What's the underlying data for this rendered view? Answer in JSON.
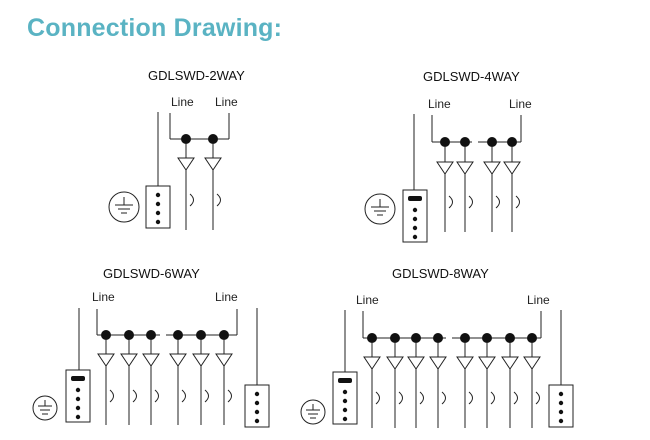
{
  "title": "Connection Drawing:",
  "panels": [
    {
      "caption": "GDLSWD-2WAY",
      "line_labels": [
        "Line",
        "Line"
      ],
      "ways": 2
    },
    {
      "caption": "GDLSWD-4WAY",
      "line_labels": [
        "Line",
        "Line"
      ],
      "ways": 4
    },
    {
      "caption": "GDLSWD-6WAY",
      "line_labels": [
        "Line",
        "Line"
      ],
      "ways": 6
    },
    {
      "caption": "GDLSWD-8WAY",
      "line_labels": [
        "Line",
        "Line"
      ],
      "ways": 8
    }
  ],
  "icons": {
    "ground": "ground-symbol-icon",
    "connector": "terminal-block-icon",
    "contact": "switch-contact-icon"
  }
}
